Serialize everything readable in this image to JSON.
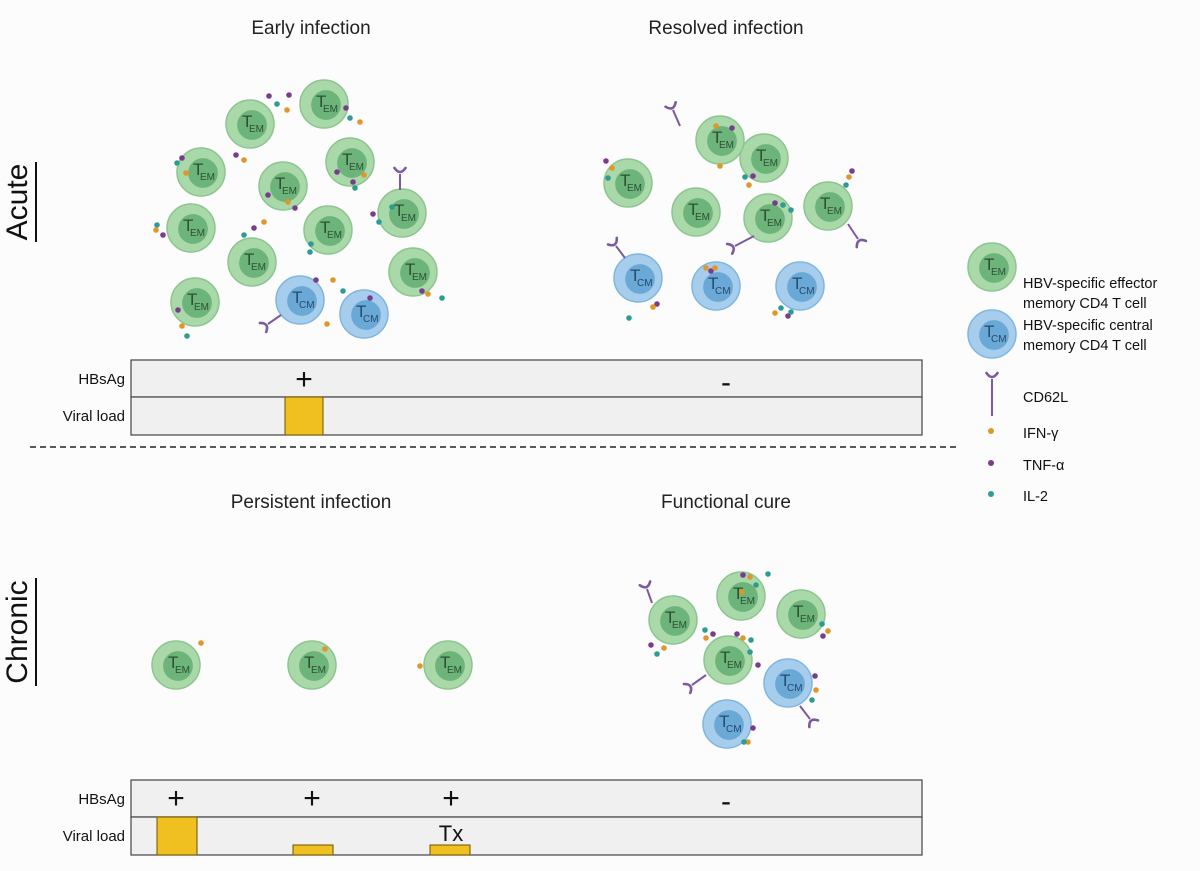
{
  "colors": {
    "effector_outer": "#a9d8a9",
    "effector_inner": "#6cb47a",
    "effector_stroke": "#8cc58f",
    "effector_text": "#2d4f33",
    "central_outer": "#a7cdec",
    "central_inner": "#6aa9d6",
    "central_stroke": "#7fb6e0",
    "central_text": "#244b70",
    "ifn": "#e0962a",
    "tnf": "#7a3d8e",
    "il2": "#2e9c94",
    "cd62l": "#7b5aa0",
    "viral_bar": "#f0c020",
    "table_fill": "#f0f0f0"
  },
  "panels": {
    "acute_label": "Acute",
    "chronic_label": "Chronic",
    "early_title": "Early infection",
    "resolved_title": "Resolved infection",
    "persistent_title": "Persistent infection",
    "cure_title": "Functional cure"
  },
  "cell_labels": {
    "effector_main": "T",
    "effector_sub": "EM",
    "central_main": "T",
    "central_sub": "CM"
  },
  "acute_table": {
    "row1_label": "HBsAg",
    "row2_label": "Viral load",
    "early_sign": "+",
    "resolved_sign": "-",
    "viral_levels": [
      1.0
    ]
  },
  "chronic_table": {
    "row1_label": "HBsAg",
    "row2_label": "Viral load",
    "signs": [
      "+",
      "+",
      "+",
      "-"
    ],
    "tx_label": "Tx",
    "viral_levels": [
      1.0,
      0.25,
      0.25
    ]
  },
  "legend": {
    "effector_line1": "HBV-specific effector",
    "effector_line2": "memory CD4 T cell",
    "central_line1": "HBV-specific central",
    "central_line2": "memory CD4 T cell",
    "cd62l": "CD62L",
    "ifn": "IFN-γ",
    "tnf": "TNF-α",
    "il2": "IL-2"
  }
}
